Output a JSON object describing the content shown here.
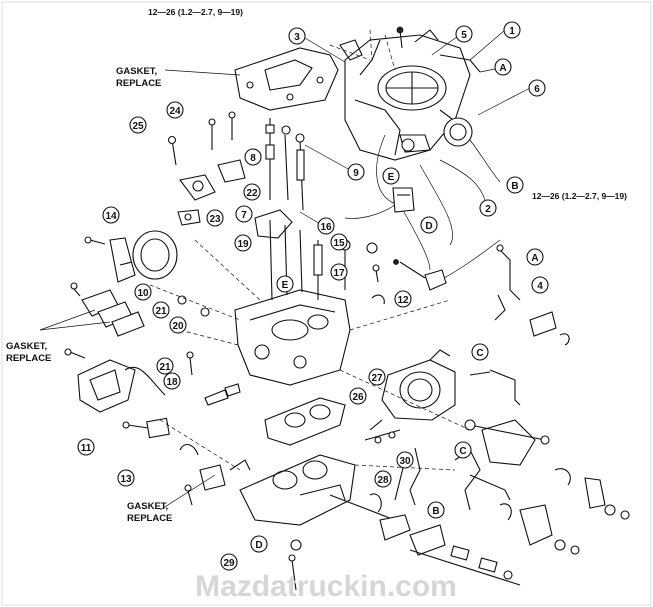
{
  "labels": {
    "torque_top": "12—26 (1.2—2.7, 9—19)",
    "torque_right": "12—26 (1.2—2.7, 9—19)",
    "gasket_top_1": "GASKET,",
    "gasket_top_2": "REPLACE",
    "gasket_left_1": "GASKET,",
    "gasket_left_2": "REPLACE",
    "gasket_bottom_1": "GASKET,",
    "gasket_bottom_2": "REPLACE"
  },
  "watermark": "Mazdatruckin.com",
  "callouts": {
    "c1": "1",
    "c2": "2",
    "c3": "3",
    "c4": "4",
    "c5": "5",
    "c6": "6",
    "c7": "7",
    "c8": "8",
    "c9": "9",
    "c10": "10",
    "c11": "11",
    "c12": "12",
    "c13": "13",
    "c14": "14",
    "c15": "15",
    "c16": "16",
    "c17": "17",
    "c18": "18",
    "c19": "19",
    "c20": "20",
    "c21a": "21",
    "c21b": "21",
    "c22": "22",
    "c23": "23",
    "c24": "24",
    "c25": "25",
    "c26": "26",
    "c27": "27",
    "c28": "28",
    "c29": "29",
    "c30": "30"
  },
  "letters": {
    "A1": "A",
    "A2": "A",
    "B1": "B",
    "B2": "B",
    "C1": "C",
    "C2": "C",
    "D1": "D",
    "D2": "D",
    "E1": "E",
    "E2": "E"
  }
}
